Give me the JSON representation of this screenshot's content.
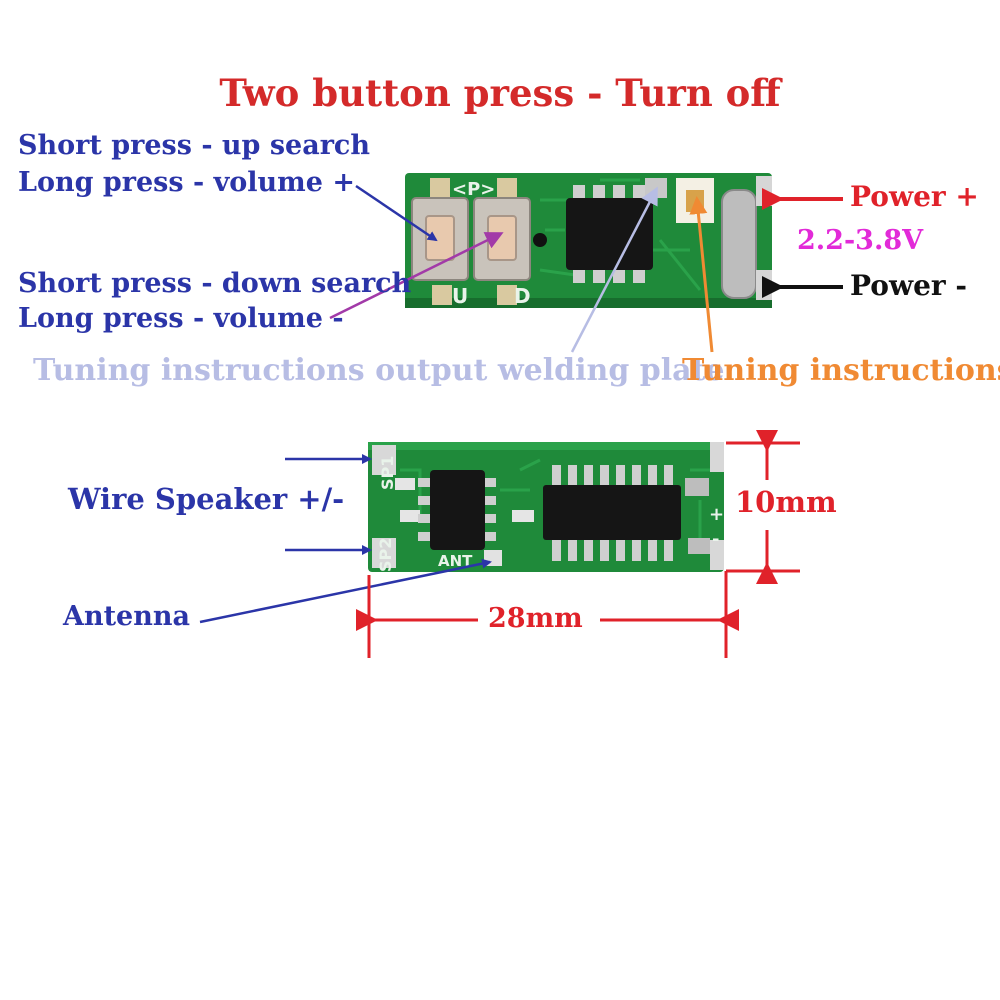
{
  "title": "Two button press - Turn off",
  "buttons": {
    "up": {
      "short_press": "Short press - up search",
      "long_press": "Long press - volume +"
    },
    "down": {
      "short_press": "Short press - down search",
      "long_press": "Long press - volume -"
    }
  },
  "power": {
    "plus": "Power +",
    "voltage": "2.2-3.8V",
    "minus": "Power -"
  },
  "tuning": {
    "output_pad": "Tuning instructions output welding plate",
    "indicator": "Tuning instructions"
  },
  "bottom": {
    "speaker": "Wire Speaker +/-",
    "antenna": "Antenna",
    "height": "10mm",
    "width": "28mm"
  },
  "silkscreen": {
    "top_p": "<P>",
    "button_u": "U",
    "button_d": "D",
    "sp1": "SP1",
    "sp2": "SP2",
    "ant": "ANT",
    "plus": "+",
    "minus": "-"
  },
  "colors": {
    "title": "#d42a2a",
    "blue_labels": "#2b35a8",
    "power": "#e0222a",
    "voltage": "#e22ad8",
    "welding": "#b7bde4",
    "tuning": "#f08a33",
    "pcb": "#1f8a3a"
  }
}
